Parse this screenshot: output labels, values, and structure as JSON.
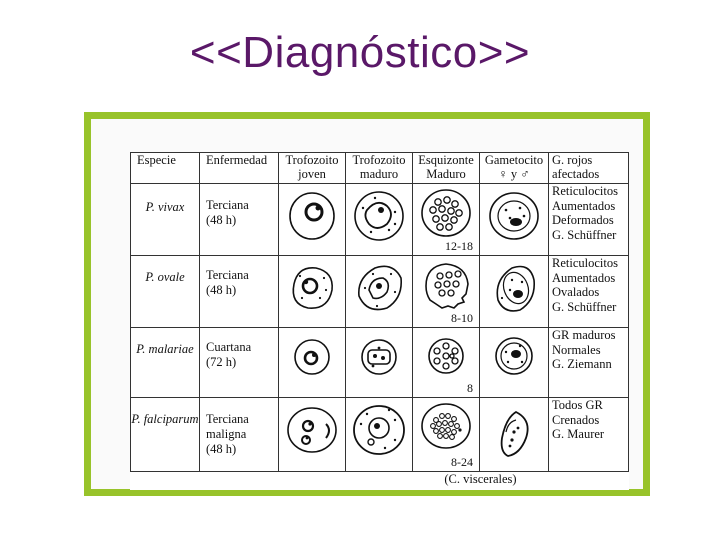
{
  "slide": {
    "title": "<<Diagnóstico>>"
  },
  "table": {
    "headers": {
      "especie": "Especie",
      "enfermedad": "Enfermedad",
      "trofozoito_joven": "Trofozoito joven",
      "trofozoito_maduro": "Trofozoito maduro",
      "esquizonte": "Esquizonte Maduro",
      "gametocito": "Gametocito ♀ y ♂",
      "g_rojos": "G. rojos afectados"
    },
    "rows": [
      {
        "species": "P. vivax",
        "disease_l1": "Terciana",
        "disease_l2": "(48 h)",
        "disease_l3": "",
        "schizont_count": "12-18",
        "affected": [
          "Reticulocitos",
          "Aumentados",
          "Deformados",
          "G. Schüffner"
        ]
      },
      {
        "species": "P. ovale",
        "disease_l1": "Terciana",
        "disease_l2": "(48 h)",
        "disease_l3": "",
        "schizont_count": "8-10",
        "affected": [
          "Reticulocitos",
          "Aumentados",
          "Ovalados",
          "G. Schüffner"
        ]
      },
      {
        "species": "P. malariae",
        "disease_l1": "Cuartana",
        "disease_l2": "(72 h)",
        "disease_l3": "",
        "schizont_count": "8",
        "affected": [
          "GR maduros",
          "Normales",
          "G. Ziemann"
        ]
      },
      {
        "species": "P. falciparum",
        "disease_l1": "Terciana",
        "disease_l2": "maligna",
        "disease_l3": "(48 h)",
        "schizont_count": "8-24",
        "affected": [
          "Todos GR",
          "Crenados",
          "G. Maurer"
        ]
      }
    ],
    "footnote": "(C. viscerales)"
  }
}
